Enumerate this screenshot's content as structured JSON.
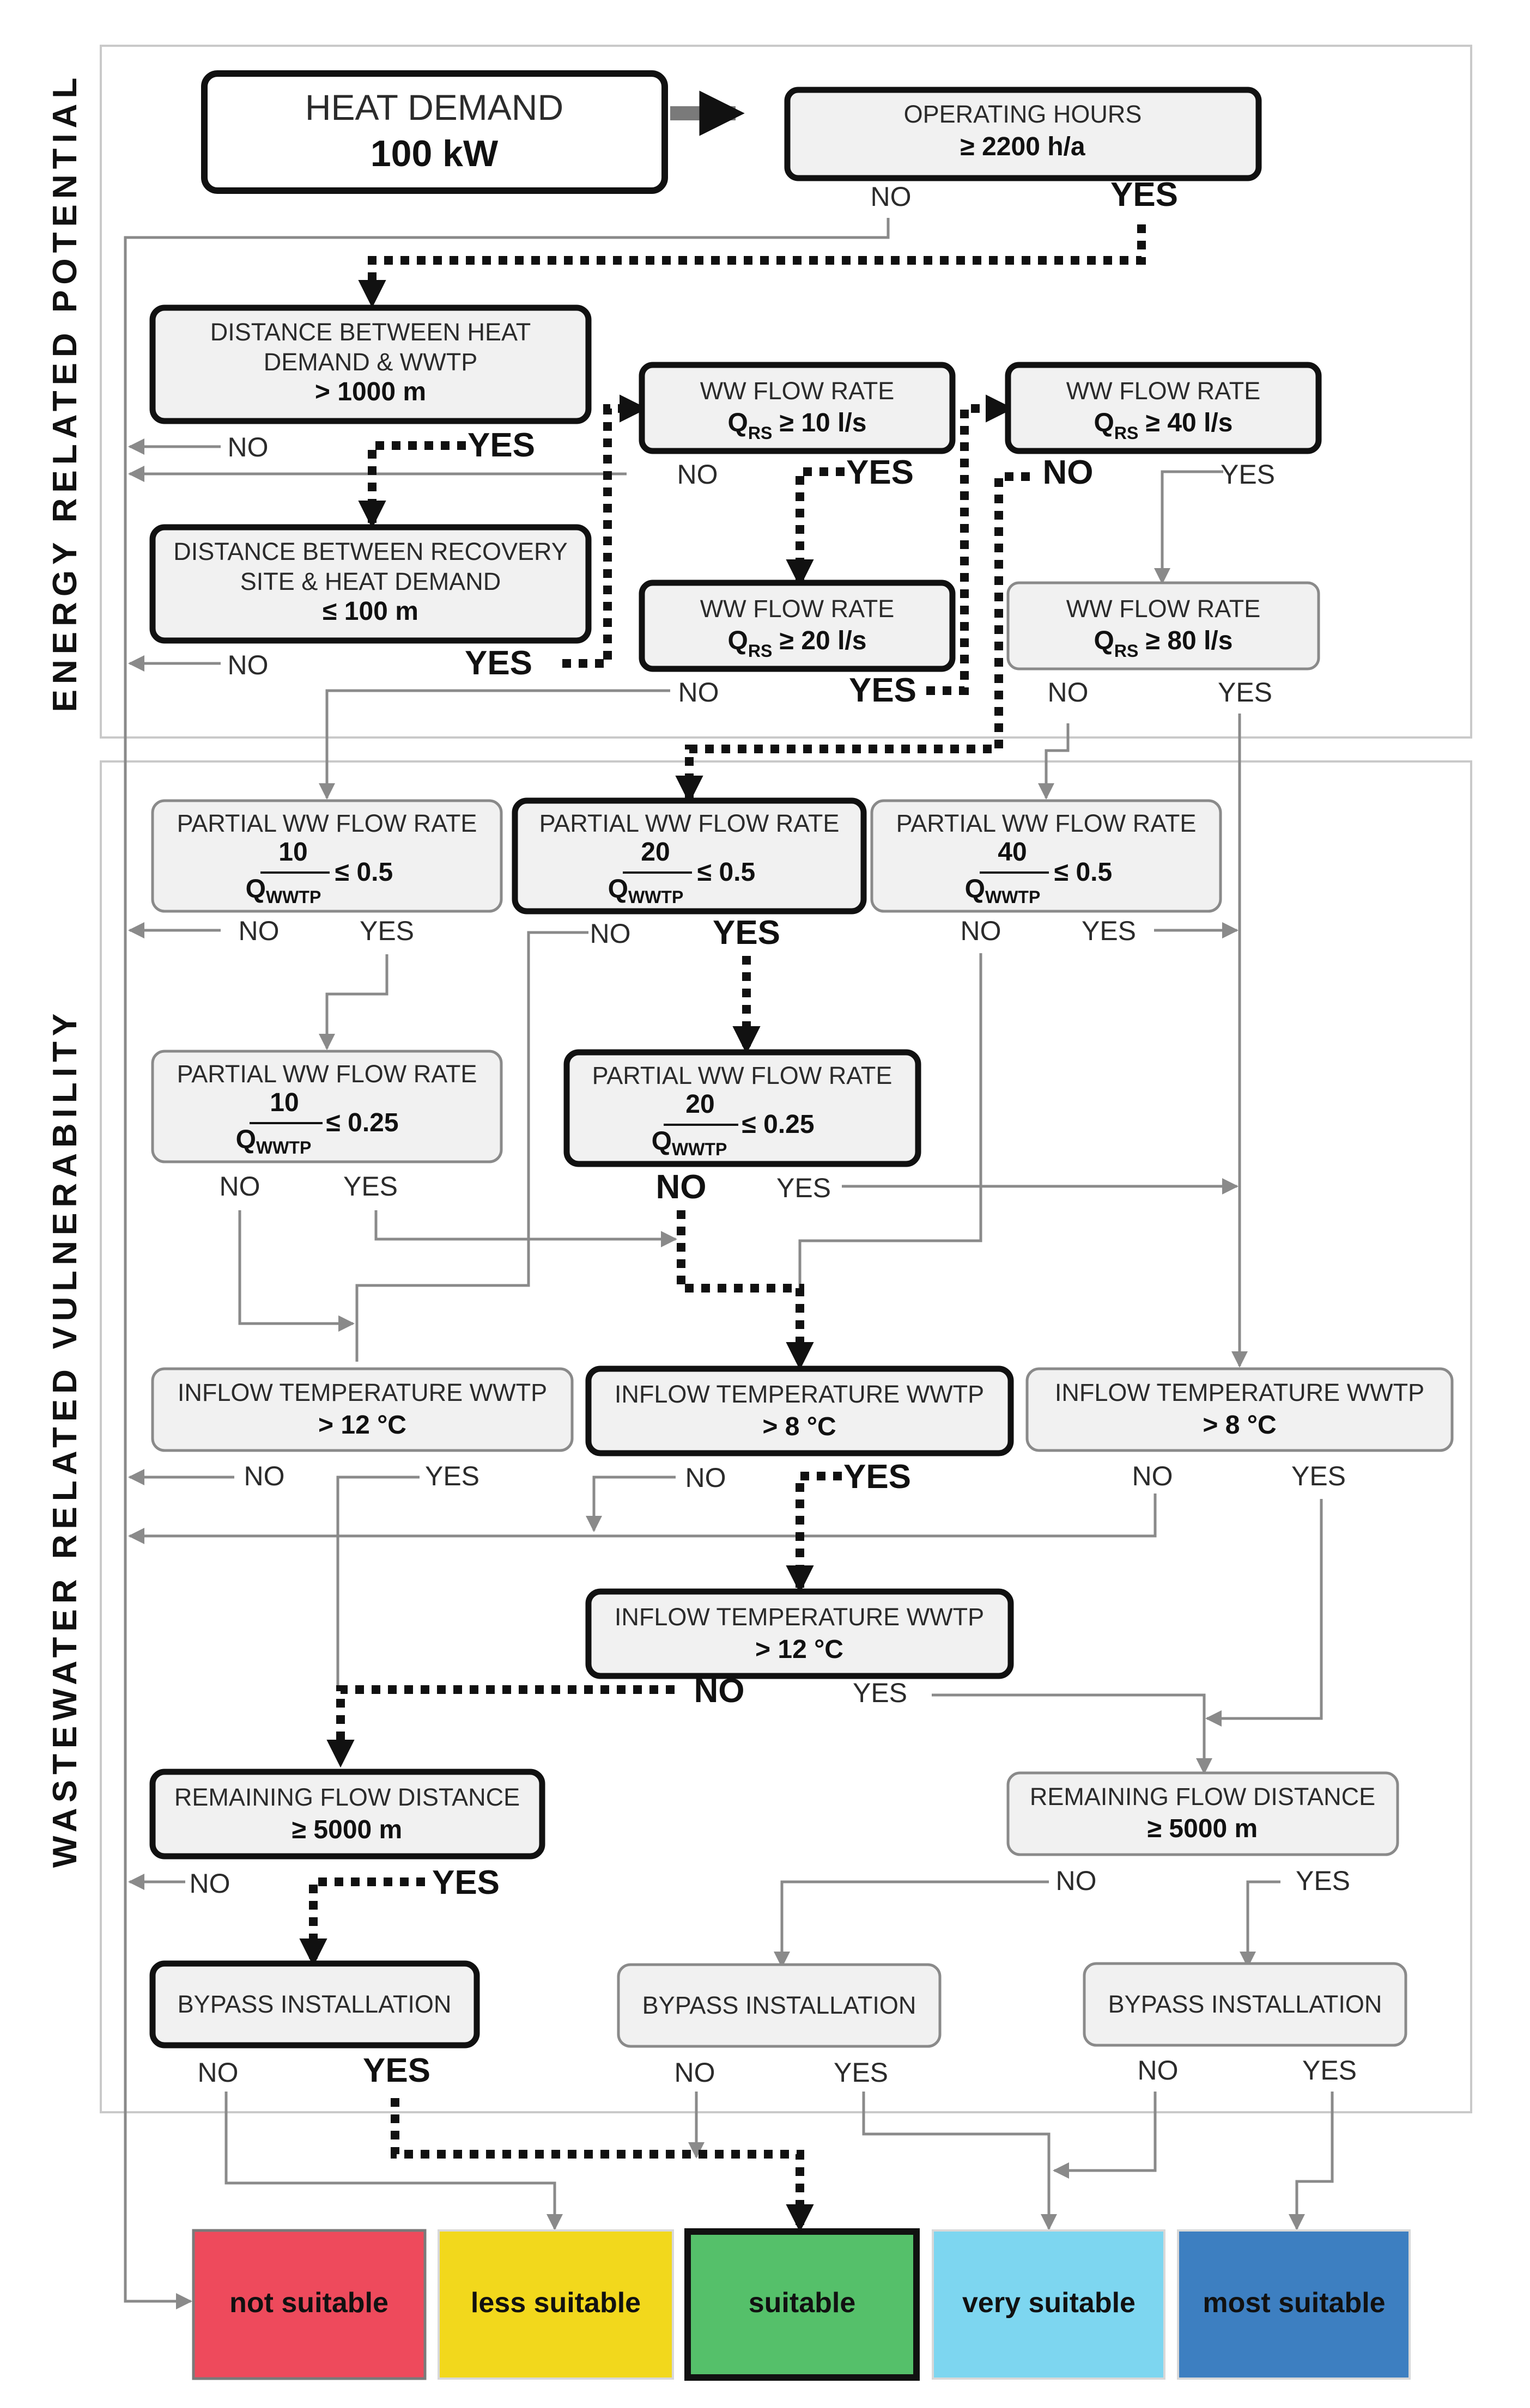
{
  "sections": {
    "energy": "ENERGY  RELATED  POTENTIAL",
    "wastewater": "WASTEWATER  RELATED  VULNERABILITY"
  },
  "answers": {
    "yes": "YES",
    "no": "NO"
  },
  "nodes": {
    "heat_demand": {
      "line1": "HEAT DEMAND",
      "line2": "100 kW"
    },
    "operating_hours": {
      "line1": "OPERATING HOURS",
      "line2": "≥ 2200 h/a"
    },
    "dist_heat_wwtp": {
      "line1": "DISTANCE BETWEEN HEAT",
      "line2": "DEMAND & WWTP",
      "line3": "> 1000  m"
    },
    "dist_recovery": {
      "line1": "DISTANCE BETWEEN RECOVERY",
      "line2": "SITE & HEAT DEMAND",
      "line3": "≤ 100 m"
    },
    "ww_flow_10": {
      "line1": "WW FLOW RATE",
      "q": "Q",
      "sub": "RS",
      "cond": " ≥ 10 l/s"
    },
    "ww_flow_20": {
      "line1": "WW FLOW RATE",
      "q": "Q",
      "sub": "RS",
      "cond": " ≥ 20 l/s"
    },
    "ww_flow_40": {
      "line1": "WW FLOW RATE",
      "q": "Q",
      "sub": "RS",
      "cond": " ≥ 40 l/s"
    },
    "ww_flow_80": {
      "line1": "WW FLOW RATE",
      "q": "Q",
      "sub": "RS",
      "cond": " ≥ 80 l/s"
    },
    "partial_10_05": {
      "title": "PARTIAL  WW FLOW RATE",
      "num": "10",
      "den": "Q",
      "sub": "WWTP",
      "cond": "≤ 0.5"
    },
    "partial_20_05": {
      "title": "PARTIAL  WW FLOW RATE",
      "num": "20",
      "den": "Q",
      "sub": "WWTP",
      "cond": "≤ 0.5"
    },
    "partial_40_05": {
      "title": "PARTIAL  WW FLOW RATE",
      "num": "40",
      "den": "Q",
      "sub": "WWTP",
      "cond": "≤ 0.5"
    },
    "partial_10_025": {
      "title": "PARTIAL  WW FLOW RATE",
      "num": "10",
      "den": "Q",
      "sub": "WWTP",
      "cond": "≤ 0.25"
    },
    "partial_20_025": {
      "title": "PARTIAL  WW FLOW RATE",
      "num": "20",
      "den": "Q",
      "sub": "WWTP",
      "cond": "≤ 0.25"
    },
    "inflow_left_12": {
      "line1": "INFLOW TEMPERATURE WWTP",
      "line2": "> 12 °C"
    },
    "inflow_mid_8": {
      "line1": "INFLOW TEMPERATURE WWTP",
      "line2": "> 8 °C"
    },
    "inflow_right_8": {
      "line1": "INFLOW TEMPERATURE WWTP",
      "line2": "> 8 °C"
    },
    "inflow_mid_12": {
      "line1": "INFLOW TEMPERATURE WWTP",
      "line2": "> 12 °C"
    },
    "remaining_left": {
      "line1": "REMAINING  FLOW DISTANCE",
      "line2": "≥ 5000 m"
    },
    "remaining_right": {
      "line1": "REMAINING  FLOW DISTANCE",
      "line2": "≥ 5000 m"
    },
    "bypass_left": {
      "line1": "BYPASS INSTALLATION"
    },
    "bypass_mid": {
      "line1": "BYPASS INSTALLATION"
    },
    "bypass_right": {
      "line1": "BYPASS INSTALLATION"
    }
  },
  "categories": [
    {
      "label": "not suitable",
      "color": "#ee4a5c"
    },
    {
      "label": "less suitable",
      "color": "#f2d81c"
    },
    {
      "label": "suitable",
      "color": "#55c06a"
    },
    {
      "label": "very suitable",
      "color": "#7dd6f0"
    },
    {
      "label": "most suitable",
      "color": "#3d7fc1"
    }
  ]
}
